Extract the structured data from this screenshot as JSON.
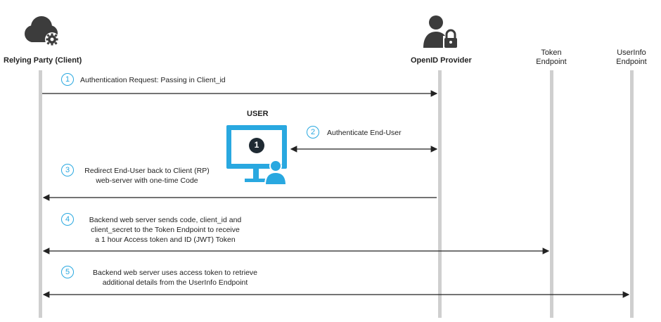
{
  "actors": {
    "client": "Relying Party (Client)",
    "provider": "OpenID Provider",
    "token_endpoint": [
      "Token",
      "Endpoint"
    ],
    "userinfo_endpoint": [
      "UserInfo",
      "Endpoint"
    ]
  },
  "user": {
    "label": "USER",
    "badge": "1"
  },
  "steps": [
    {
      "num": "1",
      "lines": [
        "Authentication Request: Passing in Client_id"
      ]
    },
    {
      "num": "2",
      "lines": [
        "Authenticate End-User"
      ]
    },
    {
      "num": "3",
      "lines": [
        "Redirect End-User back to Client (RP)",
        "web-server with one-time Code"
      ]
    },
    {
      "num": "4",
      "lines": [
        "Backend web server sends code, client_id and",
        "client_secret to the Token Endpoint to receive",
        "a 1 hour Access token and ID (JWT) Token"
      ]
    },
    {
      "num": "5",
      "lines": [
        "Backend web server uses access token to retrieve",
        "additional details from the UserInfo Endpoint"
      ]
    }
  ],
  "colors": {
    "accent": "#29a8e0",
    "icon_dark": "#3c3c3c",
    "lifeline": "#cfcfcf"
  },
  "icons": [
    "cloud-gear-icon",
    "user-lock-icon",
    "monitor-user-icon"
  ]
}
